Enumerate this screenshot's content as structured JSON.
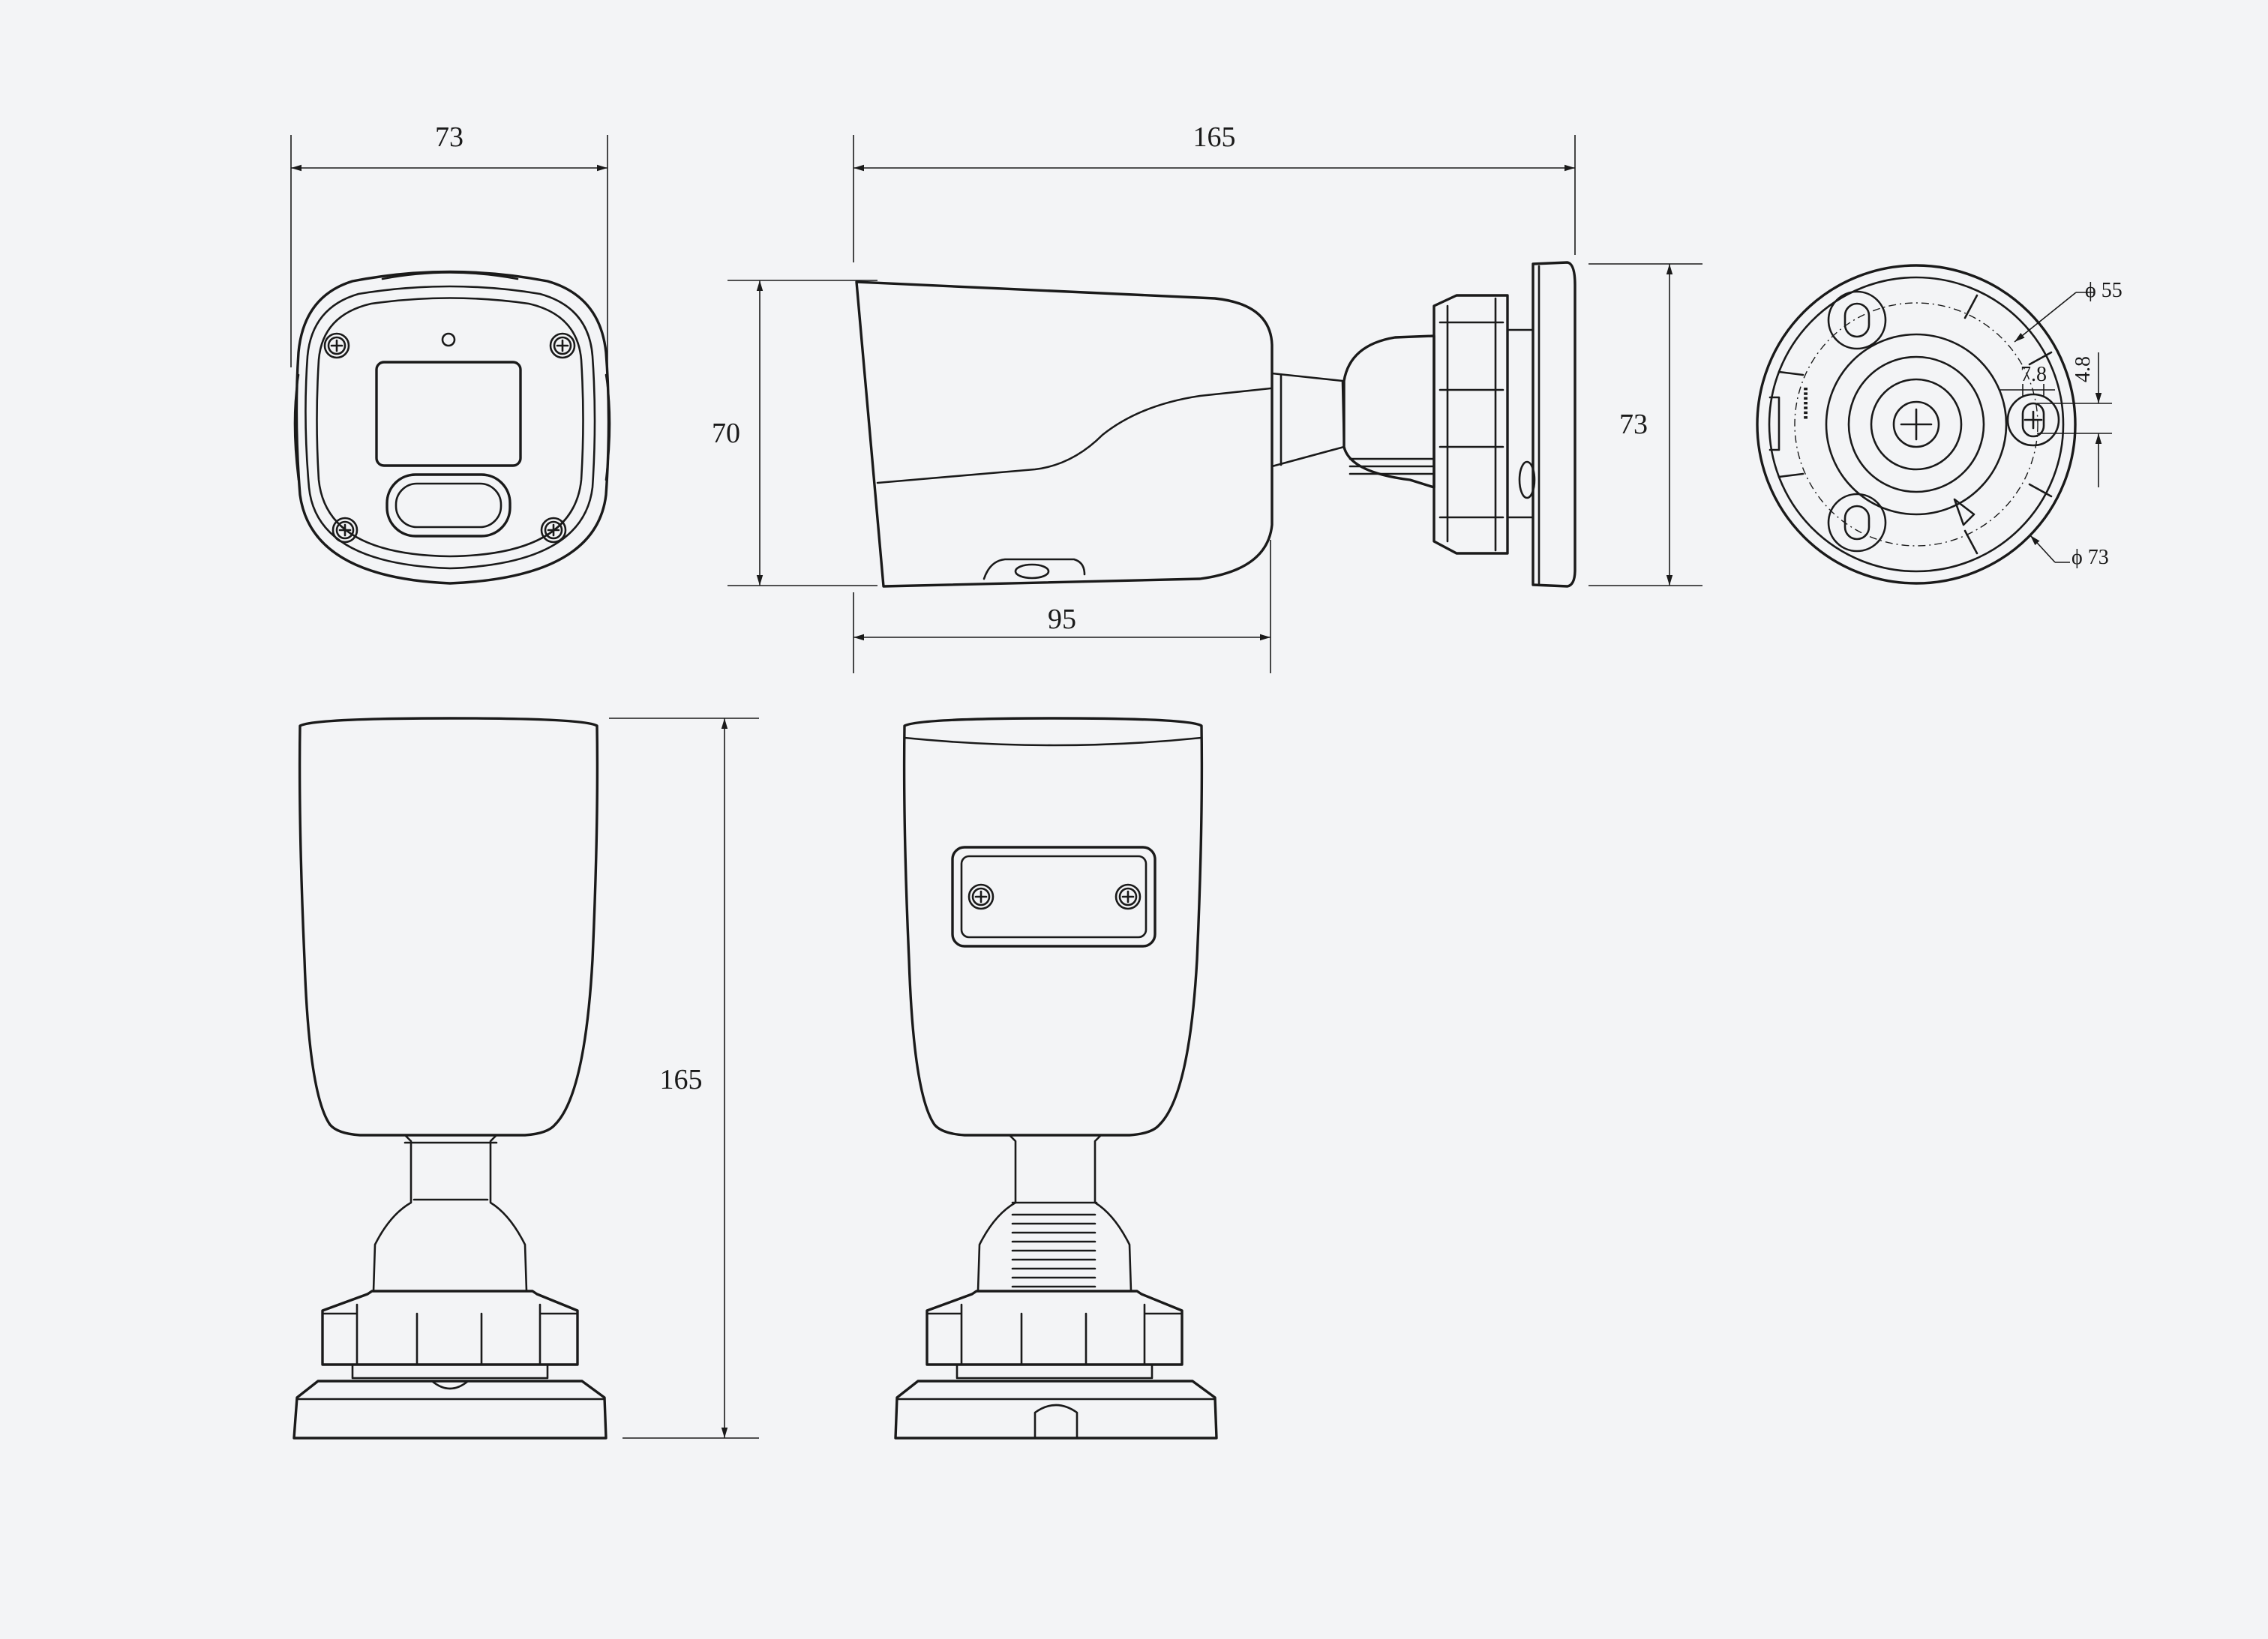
{
  "dimensions": {
    "front_width": "73",
    "total_length": "165",
    "side_height": "70",
    "body_length": "95",
    "base_height": "73",
    "vertical_height": "165",
    "base_inner_dia": "ϕ 55",
    "base_outer_dia": "ϕ 73",
    "slot_width": "7.8",
    "slot_height": "4.8"
  }
}
